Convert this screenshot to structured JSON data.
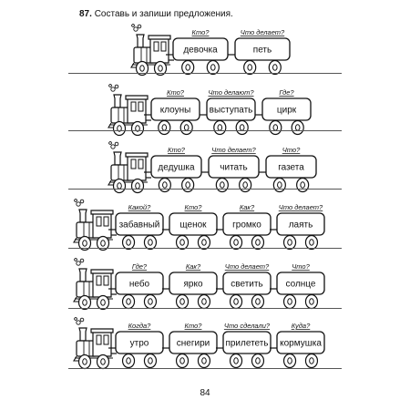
{
  "exercise": {
    "number": "87.",
    "instruction": "Составь и запиши предложения."
  },
  "rows": [
    {
      "words": [
        "девочка",
        "петь"
      ],
      "questions": [
        "Кто?",
        "Что делает?"
      ]
    },
    {
      "words": [
        "клоуны",
        "выступать",
        "цирк"
      ],
      "questions": [
        "Кто?",
        "Что делают?",
        "Где?"
      ]
    },
    {
      "words": [
        "дедушка",
        "читать",
        "газета"
      ],
      "questions": [
        "Кто?",
        "Что делает?",
        "Что?"
      ]
    },
    {
      "words": [
        "забавный",
        "щенок",
        "громко",
        "лаять"
      ],
      "questions": [
        "Какой?",
        "Кто?",
        "Как?",
        "Что делает?"
      ]
    },
    {
      "words": [
        "небо",
        "ярко",
        "светить",
        "солнце"
      ],
      "questions": [
        "Где?",
        "Как?",
        "Что делает?",
        "Что?"
      ]
    },
    {
      "words": [
        "утро",
        "снегири",
        "прилететь",
        "кормушка"
      ],
      "questions": [
        "Когда?",
        "Кто?",
        "Что сделали?",
        "Куда?"
      ]
    }
  ],
  "page_number": "84"
}
